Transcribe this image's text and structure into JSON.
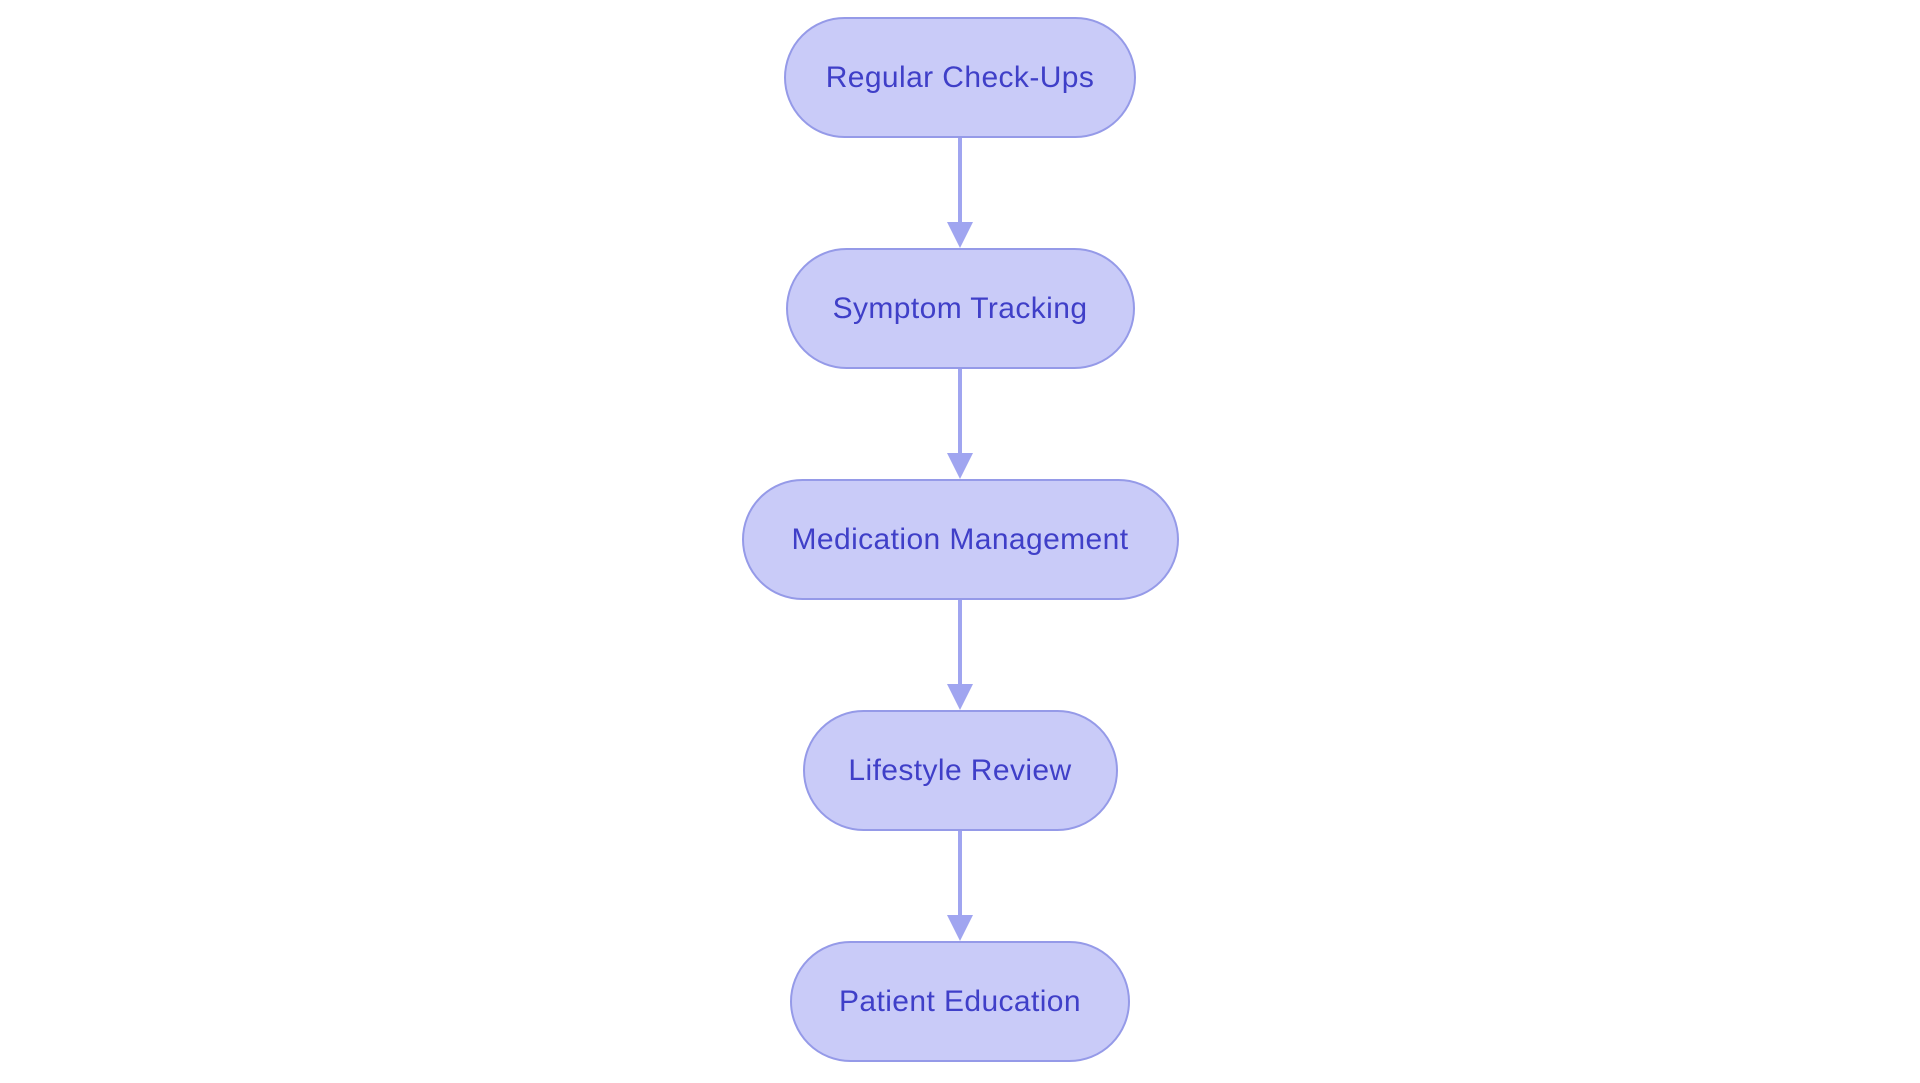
{
  "diagram": {
    "type": "flowchart",
    "direction": "top-down",
    "colors": {
      "background": "#ffffff",
      "node_fill": "#c9cbf8",
      "node_border": "#959ae8",
      "node_text": "#3f3fc8",
      "arrow_color": "#a0a5f0"
    },
    "nodes": [
      {
        "id": "regular-check-ups",
        "label": "Regular Check-Ups"
      },
      {
        "id": "symptom-tracking",
        "label": "Symptom Tracking"
      },
      {
        "id": "medication-management",
        "label": "Medication Management"
      },
      {
        "id": "lifestyle-review",
        "label": "Lifestyle Review"
      },
      {
        "id": "patient-education",
        "label": "Patient Education"
      }
    ],
    "edges": [
      {
        "from": "Regular Check-Ups",
        "to": "Symptom Tracking",
        "style": "arrow-down"
      },
      {
        "from": "Symptom Tracking",
        "to": "Medication Management",
        "style": "arrow-down"
      },
      {
        "from": "Medication Management",
        "to": "Lifestyle Review",
        "style": "arrow-down"
      },
      {
        "from": "Lifestyle Review",
        "to": "Patient Education",
        "style": "arrow-down"
      }
    ]
  }
}
